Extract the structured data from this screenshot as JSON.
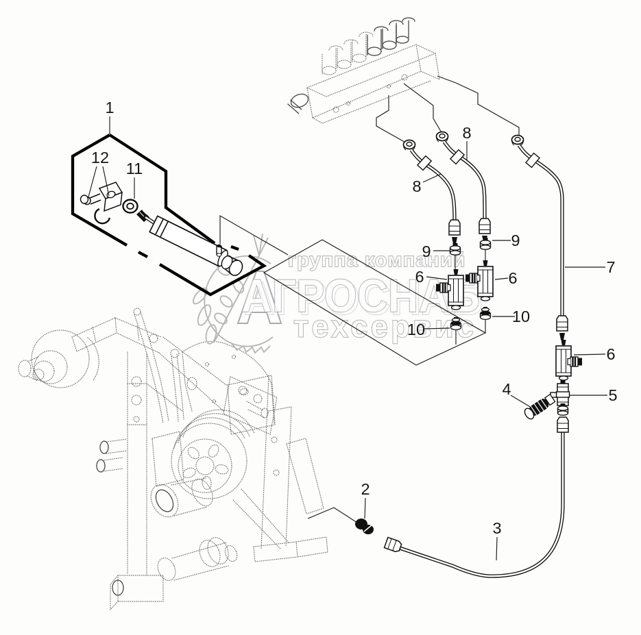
{
  "diagram": {
    "type": "parts-diagram",
    "watermark": {
      "company_line": "группа компаний",
      "brand": "АГРОСНАБ",
      "service_line": "техсервис",
      "color": "#a6a6a6"
    },
    "callouts": [
      {
        "text": "1"
      },
      {
        "text": "12"
      },
      {
        "text": "11"
      },
      {
        "text": "8"
      },
      {
        "text": "8"
      },
      {
        "text": "9"
      },
      {
        "text": "9"
      },
      {
        "text": "6"
      },
      {
        "text": "6"
      },
      {
        "text": "6"
      },
      {
        "text": "10"
      },
      {
        "text": "10"
      },
      {
        "text": "7"
      },
      {
        "text": "4"
      },
      {
        "text": "5"
      },
      {
        "text": "2"
      },
      {
        "text": "3"
      }
    ]
  }
}
